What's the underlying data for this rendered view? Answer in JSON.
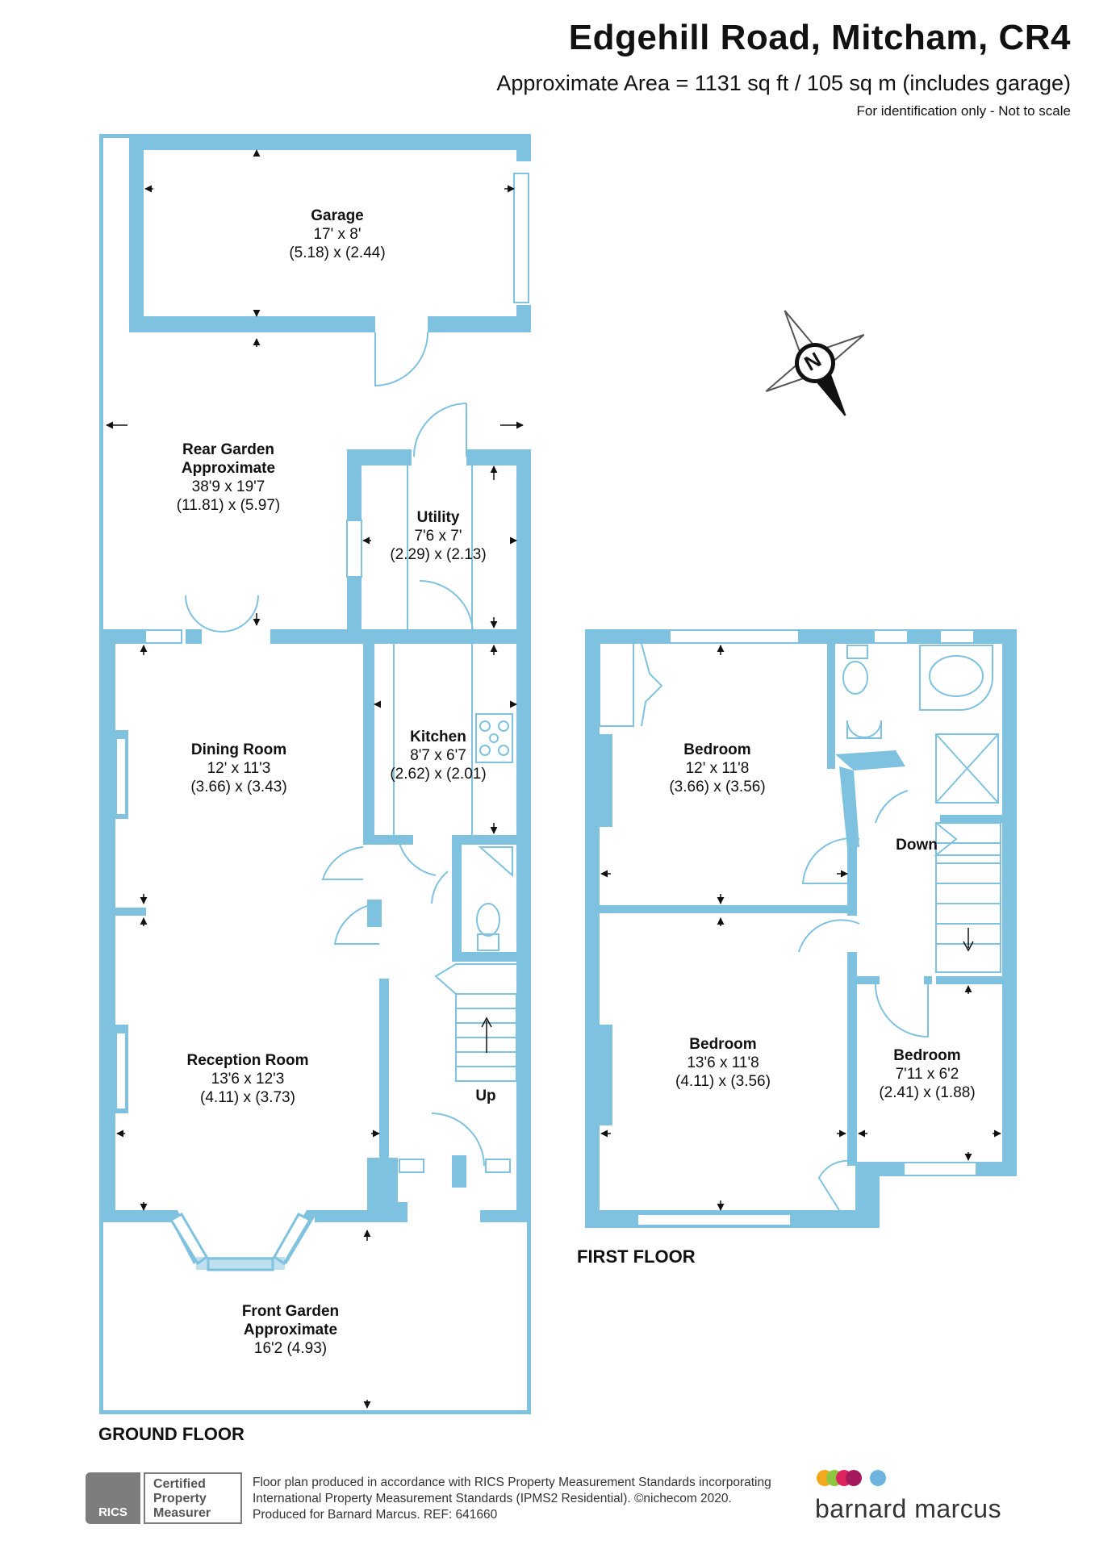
{
  "header": {
    "title": "Edgehill Road, Mitcham, CR4",
    "area": "Approximate Area = 1131 sq ft / 105 sq m (includes garage)",
    "note": "For identification only - Not to scale"
  },
  "compass": {
    "label": "N"
  },
  "floors": {
    "ground": "GROUND FLOOR",
    "first": "FIRST FLOOR"
  },
  "rooms": {
    "garage": {
      "name": "Garage",
      "imperial": "17' x 8'",
      "metric": "(5.18) x (2.44)"
    },
    "rear_garden": {
      "name": "Rear Garden",
      "name2": "Approximate",
      "imperial": "38'9 x 19'7",
      "metric": "(11.81) x (5.97)"
    },
    "utility": {
      "name": "Utility",
      "imperial": "7'6 x 7'",
      "metric": "(2.29) x (2.13)"
    },
    "dining": {
      "name": "Dining Room",
      "imperial": "12' x 11'3",
      "metric": "(3.66) x (3.43)"
    },
    "kitchen": {
      "name": "Kitchen",
      "imperial": "8'7 x 6'7",
      "metric": "(2.62) x (2.01)"
    },
    "reception": {
      "name": "Reception Room",
      "imperial": "13'6 x 12'3",
      "metric": "(4.11) x (3.73)"
    },
    "front_garden": {
      "name": "Front Garden",
      "name2": "Approximate",
      "imperial": "16'2 (4.93)"
    },
    "bedroom1": {
      "name": "Bedroom",
      "imperial": "12' x 11'8",
      "metric": "(3.66) x (3.56)"
    },
    "bedroom2": {
      "name": "Bedroom",
      "imperial": "13'6 x 11'8",
      "metric": "(4.11) x (3.56)"
    },
    "bedroom3": {
      "name": "Bedroom",
      "imperial": "7'11 x 6'2",
      "metric": "(2.41) x (1.88)"
    }
  },
  "stair_labels": {
    "up": "Up",
    "down": "Down"
  },
  "footer": {
    "line1": "Floor plan produced in accordance with RICS Property Measurement Standards incorporating",
    "line2": "International Property Measurement Standards (IPMS2 Residential).  ©nichecom 2020.",
    "line3": "Produced for Barnard Marcus.   REF: 641660",
    "rics": "RICS",
    "cert1": "Certified",
    "cert2": "Property",
    "cert3": "Measurer",
    "brand": "barnard marcus",
    "brand_dot_colors": [
      "#f4a81d",
      "#8dc63f",
      "#e0245e",
      "#a3195b",
      "#6cb4dd"
    ]
  },
  "colors": {
    "wall": "#7fc2df",
    "wall_dark": "#63b3d6",
    "window": "#ffffff",
    "arrow": "#111111"
  }
}
